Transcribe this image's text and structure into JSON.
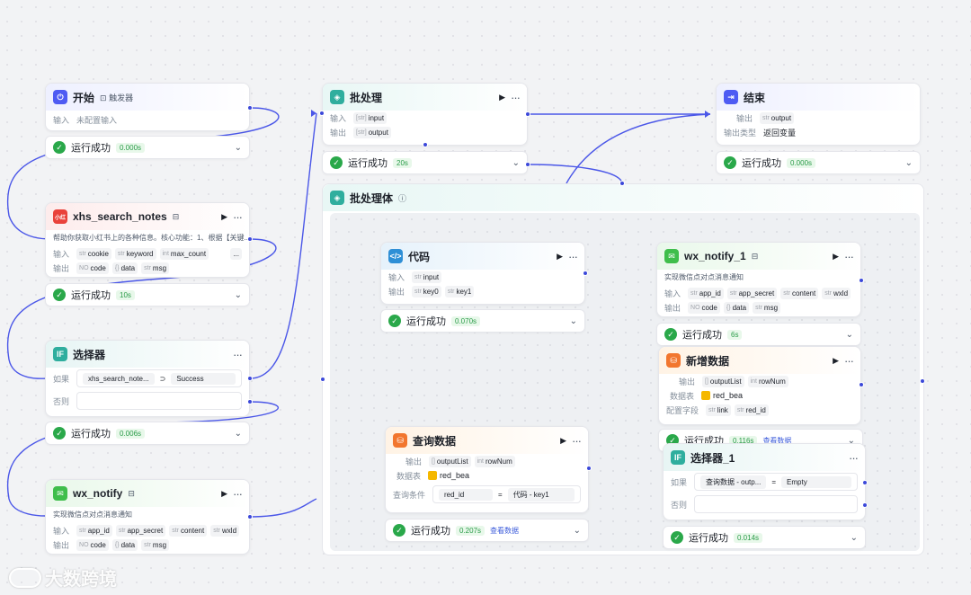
{
  "start": {
    "title": "开始",
    "tag": "触发器",
    "input_label": "输入",
    "input_value": "未配置输入",
    "status": "运行成功",
    "time": "0.000s"
  },
  "batch": {
    "title": "批处理",
    "rows": [
      {
        "label": "输入",
        "type": "[str]",
        "name": "input"
      },
      {
        "label": "输出",
        "type": "[str]",
        "name": "output"
      }
    ],
    "status": "运行成功",
    "time": "20s"
  },
  "end": {
    "title": "结束",
    "output_label": "输出",
    "output_type": "str",
    "output_name": "output",
    "mode_label": "输出类型",
    "mode_value": "返回变量",
    "status": "运行成功",
    "time": "0.000s"
  },
  "xhs": {
    "title": "xhs_search_notes",
    "desc": "帮助你获取小红书上的各种信息。核心功能：1、根据【关键...",
    "input_label": "输入",
    "inputs": [
      {
        "type": "str",
        "name": "cookie"
      },
      {
        "type": "str",
        "name": "keyword"
      },
      {
        "type": "int",
        "name": "max_count"
      }
    ],
    "input_more": "...",
    "output_label": "输出",
    "outputs": [
      {
        "type": "NO",
        "name": "code"
      },
      {
        "type": "{}",
        "name": "data"
      },
      {
        "type": "str",
        "name": "msg"
      }
    ],
    "status": "运行成功",
    "time": "10s"
  },
  "selector": {
    "title": "选择器",
    "if_label": "如果",
    "field": "xhs_search_note...",
    "op": "⊃",
    "value": "Success",
    "else_label": "否则",
    "status": "运行成功",
    "time": "0.006s"
  },
  "wx_notify": {
    "title": "wx_notify",
    "desc": "实现微信点对点消息通知",
    "input_label": "输入",
    "inputs": [
      {
        "type": "str",
        "name": "app_id"
      },
      {
        "type": "str",
        "name": "app_secret"
      },
      {
        "type": "str",
        "name": "content"
      },
      {
        "type": "str",
        "name": "wxld"
      }
    ],
    "output_label": "输出",
    "outputs": [
      {
        "type": "NO",
        "name": "code"
      },
      {
        "type": "{}",
        "name": "data"
      },
      {
        "type": "str",
        "name": "msg"
      }
    ]
  },
  "container": {
    "title": "批处理体"
  },
  "code": {
    "title": "代码",
    "input_label": "输入",
    "input": {
      "type": "str",
      "name": "input"
    },
    "output_label": "输出",
    "outputs": [
      {
        "type": "str",
        "name": "key0"
      },
      {
        "type": "str",
        "name": "key1"
      }
    ],
    "status": "运行成功",
    "time": "0.070s"
  },
  "wx_notify_1": {
    "title": "wx_notify_1",
    "desc": "实现微信点对点消息通知",
    "input_label": "输入",
    "inputs": [
      {
        "type": "str",
        "name": "app_id"
      },
      {
        "type": "str",
        "name": "app_secret"
      },
      {
        "type": "str",
        "name": "content"
      },
      {
        "type": "str",
        "name": "wxld"
      }
    ],
    "output_label": "输出",
    "outputs": [
      {
        "type": "NO",
        "name": "code"
      },
      {
        "type": "{}",
        "name": "data"
      },
      {
        "type": "str",
        "name": "msg"
      }
    ],
    "status": "运行成功",
    "time": "6s"
  },
  "add_data": {
    "title": "新增数据",
    "output_label": "输出",
    "outputs": [
      {
        "type": "[]",
        "name": "outputList"
      },
      {
        "type": "int",
        "name": "rowNum"
      }
    ],
    "table_label": "数据表",
    "table": "red_bea",
    "fields_label": "配置字段",
    "fields": [
      {
        "type": "str",
        "name": "link"
      },
      {
        "type": "str",
        "name": "red_id"
      }
    ],
    "status": "运行成功",
    "time": "0.116s",
    "link": "查看数据"
  },
  "query": {
    "title": "查询数据",
    "output_label": "输出",
    "outputs": [
      {
        "type": "[]",
        "name": "outputList"
      },
      {
        "type": "int",
        "name": "rowNum"
      }
    ],
    "table_label": "数据表",
    "table": "red_bea",
    "cond_label": "查询条件",
    "cond_field": "red_id",
    "cond_op": "=",
    "cond_value": "代码 - key1",
    "status": "运行成功",
    "time": "0.207s",
    "link": "查看数据"
  },
  "selector_1": {
    "title": "选择器_1",
    "if_label": "如果",
    "field": "查询数据 - outp...",
    "op": "=",
    "value": "Empty",
    "else_label": "否则",
    "status": "运行成功",
    "time": "0.014s"
  },
  "watermark": {
    "text": "大数跨境"
  },
  "colors": {
    "wire": "#4b57e8",
    "success": "#2aa84a",
    "accent": "#4e5bf3"
  }
}
